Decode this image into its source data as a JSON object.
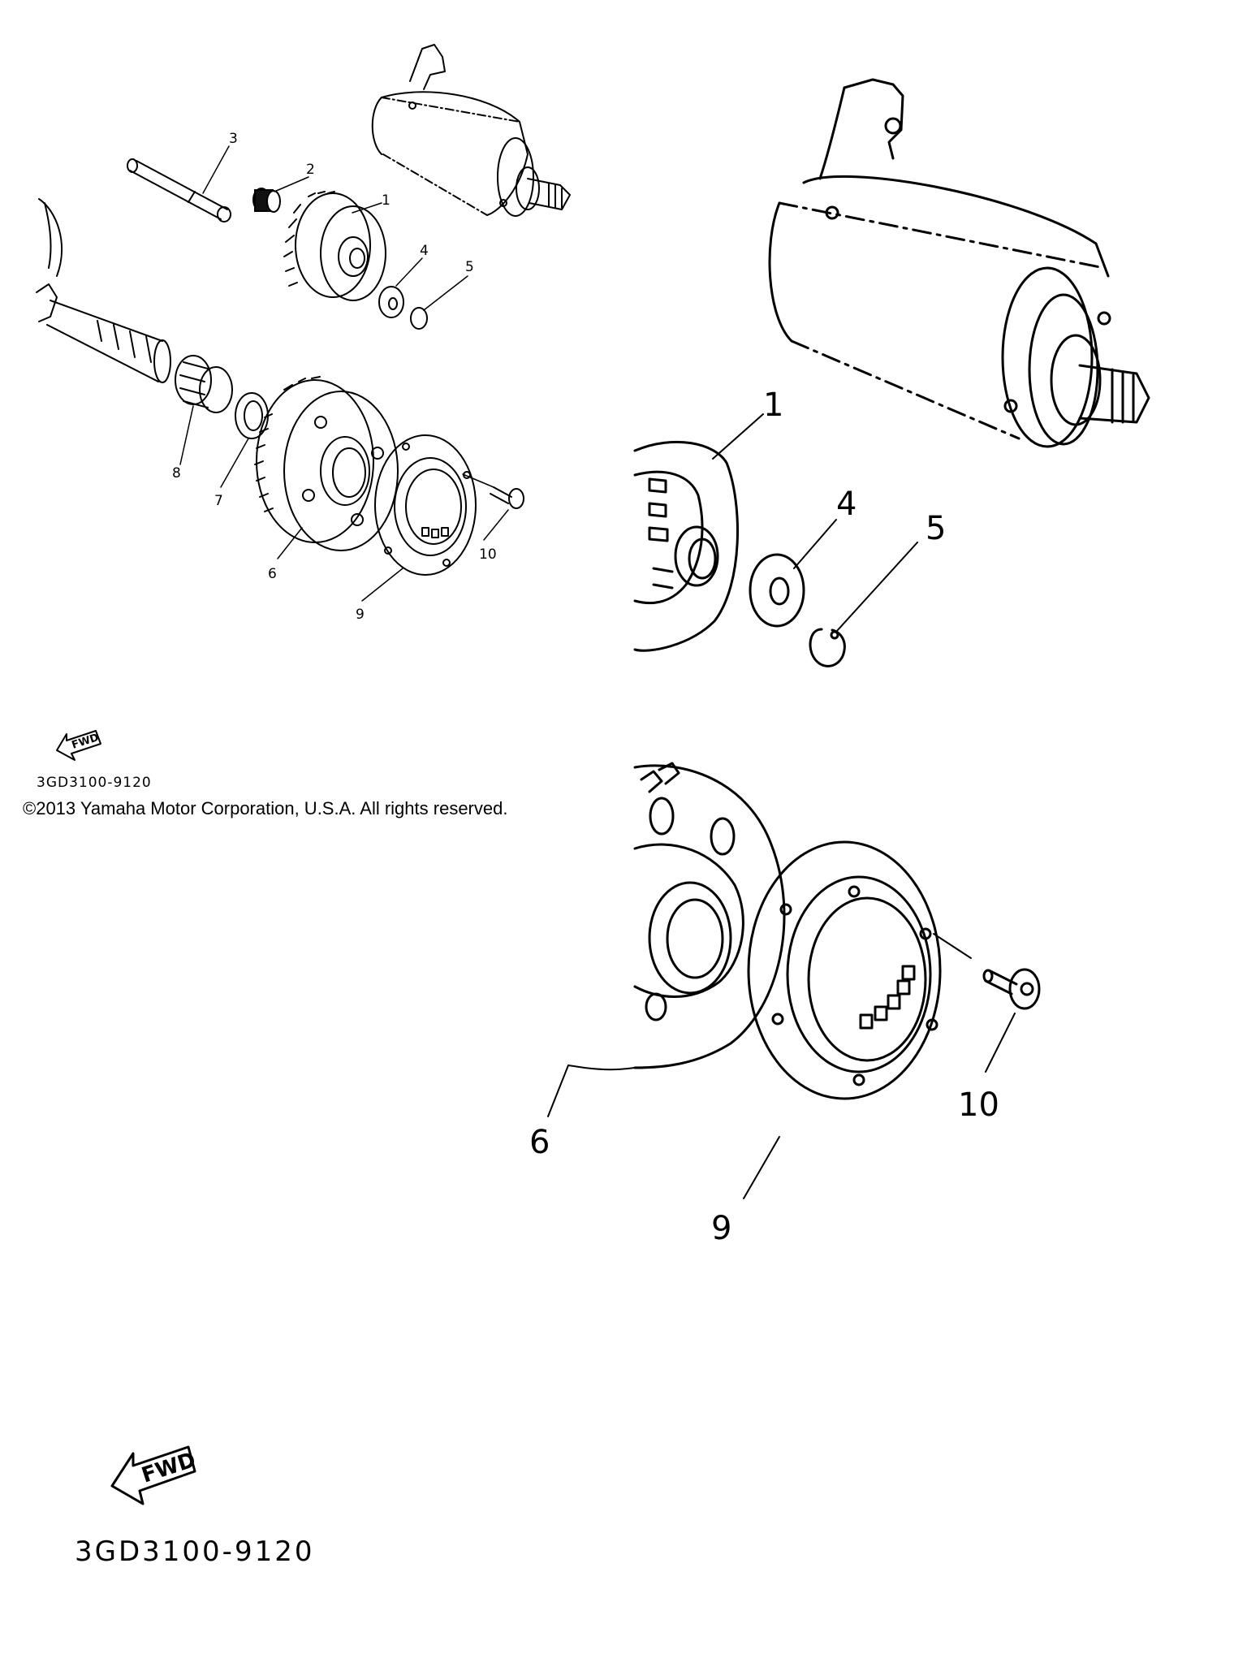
{
  "copyright": "©2013 Yamaha Motor Corporation, U.S.A. All rights reserved.",
  "part_code": "3GD3100-9120",
  "fwd_label": "FWD",
  "overview_callouts": [
    "1",
    "2",
    "3",
    "4",
    "5",
    "6",
    "7",
    "8",
    "9",
    "10"
  ],
  "detail_callouts": [
    "1",
    "4",
    "5",
    "6",
    "9",
    "10"
  ]
}
